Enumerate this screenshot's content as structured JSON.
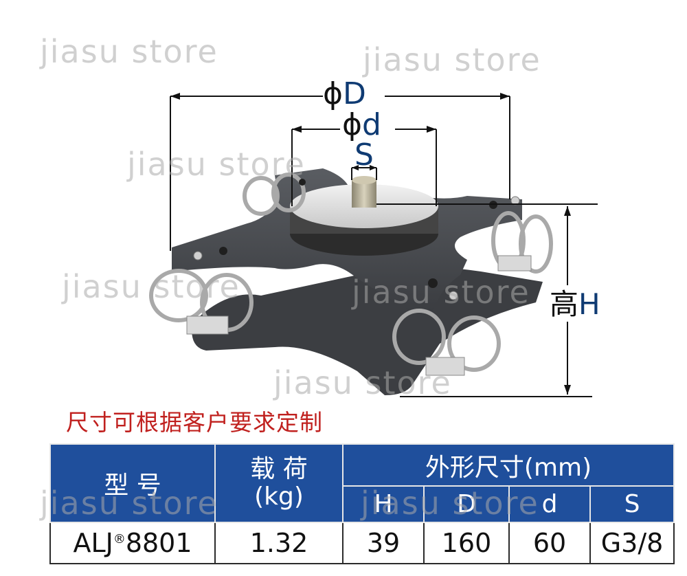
{
  "watermark": "jiasu  store",
  "dimensions": {
    "phi_symbol": "ϕ",
    "outer_diameter": "D",
    "inner_diameter": "d",
    "thread": "S",
    "height_prefix": "高",
    "height": "H"
  },
  "note": "尺寸可根据客户要求定制",
  "table": {
    "headers": {
      "model": "型  号",
      "load_line1": "载 荷",
      "load_line2": "(kg)",
      "dimensions_group": "外形尺寸(mm)",
      "H": "H",
      "D": "D",
      "d": "d",
      "S": "S"
    },
    "row": {
      "model_prefix": "ALJ",
      "model_mark": "®",
      "model_number": "8801",
      "load": "1.32",
      "H": "39",
      "D": "160",
      "d": "60",
      "S": "G3/8"
    }
  },
  "colors": {
    "header_bg": "#1f4f9c",
    "note_red": "#c0201e",
    "dim_blue": "#0f3b73"
  }
}
